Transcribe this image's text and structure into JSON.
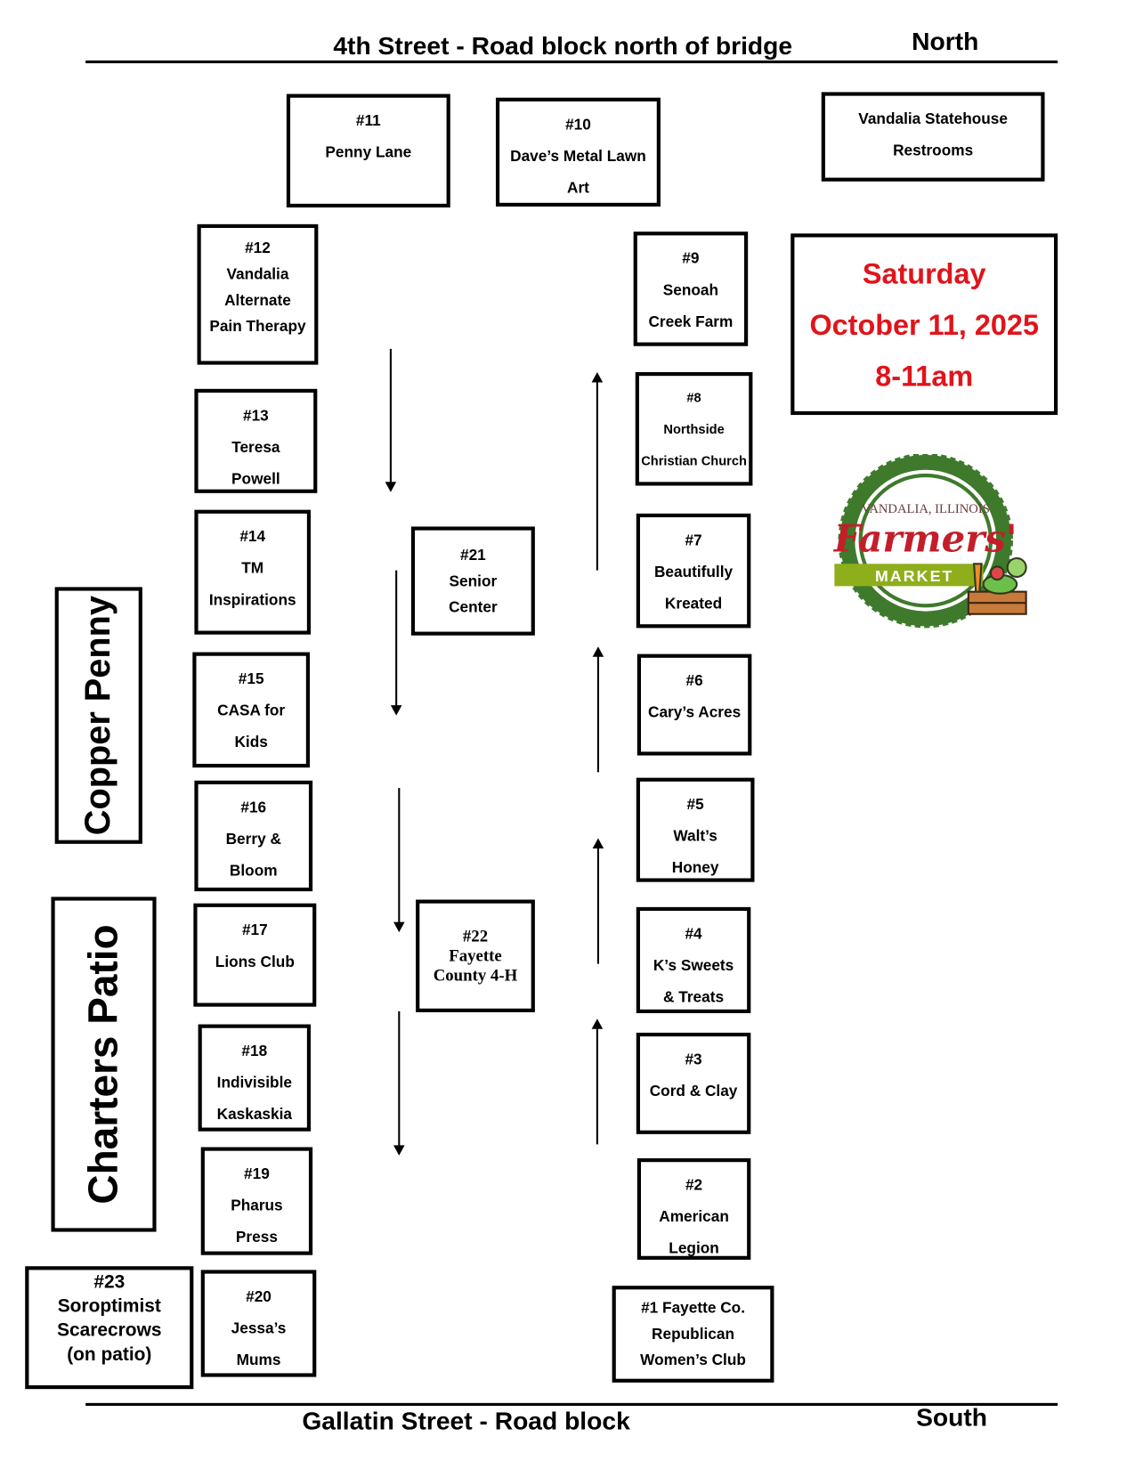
{
  "header": {
    "title": "4th Street - Road block north of bridge",
    "direction": "North"
  },
  "footer": {
    "title": "Gallatin Street - Road block",
    "direction": "South"
  },
  "date_box": {
    "day": "Saturday",
    "date": "October 11, 2025",
    "time": "8-11am",
    "color": "#e0141b"
  },
  "areas": {
    "copper_penny": "Copper Penny",
    "charters_patio": "Charters Patio"
  },
  "logo": {
    "line1": "Vandalia, Illinois",
    "line2": "Farmers'",
    "line3": "MARKET"
  },
  "booths": [
    {
      "id": "11",
      "lines": [
        "#11",
        "Penny Lane"
      ]
    },
    {
      "id": "10",
      "lines": [
        "#10",
        "Dave’s Metal Lawn",
        "Art"
      ]
    },
    {
      "id": "restrooms",
      "lines": [
        "Vandalia Statehouse",
        "Restrooms"
      ]
    },
    {
      "id": "12",
      "lines": [
        "#12",
        "Vandalia",
        "Alternate",
        "Pain Therapy"
      ]
    },
    {
      "id": "9",
      "lines": [
        "#9",
        "Senoah",
        "Creek Farm"
      ]
    },
    {
      "id": "13",
      "lines": [
        "#13",
        "Teresa",
        "Powell"
      ]
    },
    {
      "id": "8",
      "lines": [
        "#8",
        "Northside",
        "Christian Church"
      ]
    },
    {
      "id": "21",
      "lines": [
        "#21",
        "Senior",
        "Center"
      ]
    },
    {
      "id": "14",
      "lines": [
        "#14",
        "TM",
        "Inspirations"
      ]
    },
    {
      "id": "7",
      "lines": [
        "#7",
        "Beautifully",
        "Kreated"
      ]
    },
    {
      "id": "15",
      "lines": [
        "#15",
        "CASA for",
        "Kids"
      ]
    },
    {
      "id": "6",
      "lines": [
        "#6",
        "Cary’s Acres"
      ]
    },
    {
      "id": "5",
      "lines": [
        "#5",
        "Walt’s",
        "Honey"
      ]
    },
    {
      "id": "16",
      "lines": [
        "#16",
        "Berry &",
        "Bloom"
      ]
    },
    {
      "id": "22",
      "lines": [
        "#22",
        "Fayette",
        "County 4-H"
      ]
    },
    {
      "id": "17",
      "lines": [
        "#17",
        "Lions Club"
      ]
    },
    {
      "id": "4",
      "lines": [
        "#4",
        "K’s Sweets",
        "& Treats"
      ]
    },
    {
      "id": "18",
      "lines": [
        "#18",
        "Indivisible",
        "Kaskaskia"
      ]
    },
    {
      "id": "3",
      "lines": [
        "#3",
        "Cord & Clay"
      ]
    },
    {
      "id": "19",
      "lines": [
        "#19",
        "Pharus",
        "Press"
      ]
    },
    {
      "id": "2",
      "lines": [
        "#2",
        "American",
        "Legion"
      ]
    },
    {
      "id": "23",
      "lines": [
        "#23",
        "Soroptimist",
        "Scarecrows",
        "(on patio)"
      ]
    },
    {
      "id": "20",
      "lines": [
        "#20",
        "Jessa’s",
        "Mums"
      ]
    },
    {
      "id": "1",
      "lines": [
        "#1 Fayette Co.",
        "Republican",
        "Women’s Club"
      ]
    }
  ]
}
